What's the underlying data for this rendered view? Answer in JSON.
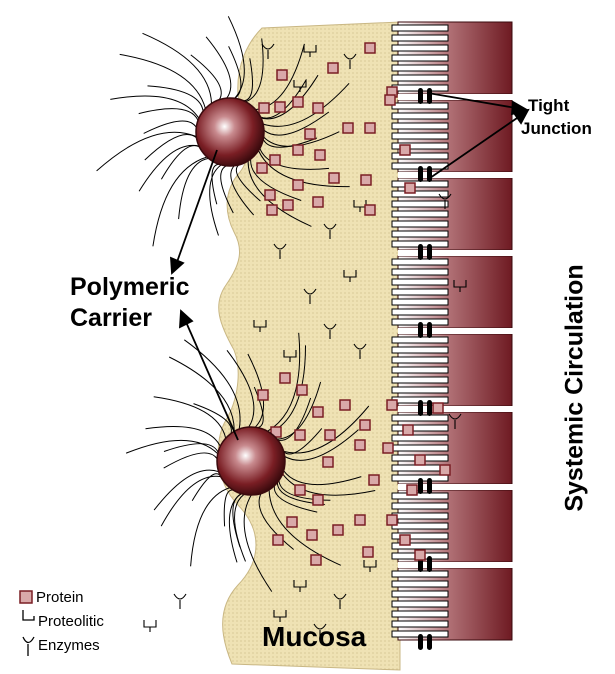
{
  "labels": {
    "polymeric": "Polymeric",
    "carrier": "Carrier",
    "tight": "Tight",
    "junction": "Junction",
    "mucosa": "Mucosa",
    "systemic": "Systemic Circulation"
  },
  "legend": {
    "protein": "Protein",
    "proteolitic": "Proteolitic",
    "enzymes": "Enzymes"
  },
  "colors": {
    "mucosa_fill": "#efe2b4",
    "cell_dark": "#7a1e24",
    "cell_light": "#ffffff",
    "protein_fill": "#d9a9a9",
    "protein_border": "#7a1e24",
    "carrier_dark": "#5a0f14",
    "carrier_mid": "#9a4a4e",
    "line": "#000000"
  }
}
